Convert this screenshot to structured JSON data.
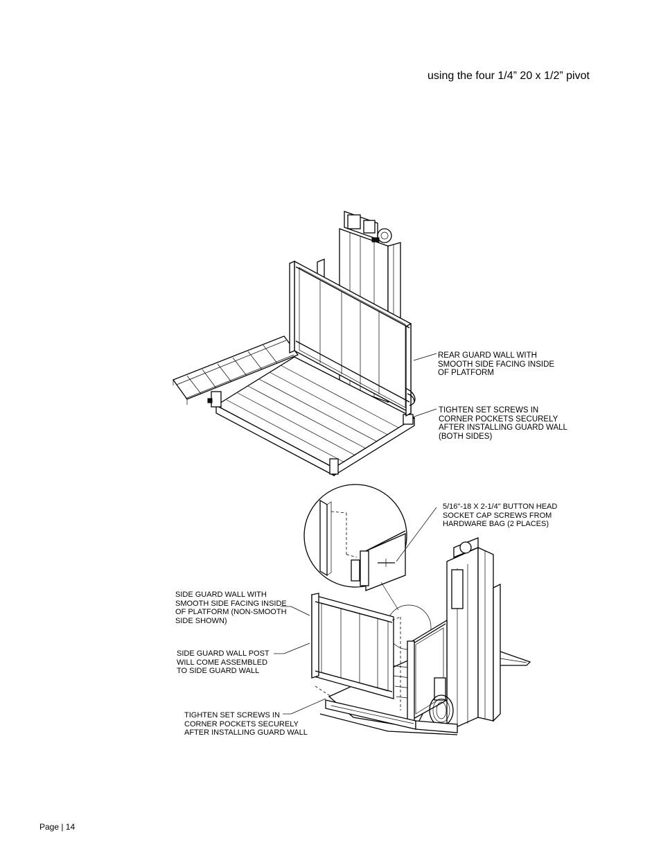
{
  "header": {
    "fragment_text": "using the four 1/4” 20 x 1/2” pivot"
  },
  "figure_top": {
    "callout_rear_guard_wall": [
      "REAR GUARD WALL WITH",
      "SMOOTH SIDE FACING INSIDE",
      "OF PLATFORM"
    ],
    "callout_set_screws_both_sides": [
      "TIGHTEN SET SCREWS IN",
      "CORNER POCKETS SECURELY",
      "AFTER INSTALLING GUARD WALL",
      "(BOTH SIDES)"
    ]
  },
  "figure_bottom": {
    "callout_button_head_screws": [
      "5/16\"-18 X 2-1/4\" BUTTON HEAD",
      "SOCKET CAP SCREWS FROM",
      "HARDWARE BAG (2 PLACES)"
    ],
    "callout_side_guard_wall": [
      "SIDE GUARD WALL WITH",
      "SMOOTH SIDE FACING INSIDE",
      "OF PLATFORM (NON-SMOOTH",
      "SIDE SHOWN)"
    ],
    "callout_side_guard_post": [
      "SIDE GUARD WALL POST",
      "WILL COME ASSEMBLED",
      "TO SIDE GUARD WALL"
    ],
    "callout_set_screws": [
      "TIGHTEN SET SCREWS IN",
      "CORNER POCKETS SECURELY",
      "AFTER INSTALLING GUARD WALL"
    ]
  },
  "footer": {
    "page_label": "Page | 14"
  }
}
